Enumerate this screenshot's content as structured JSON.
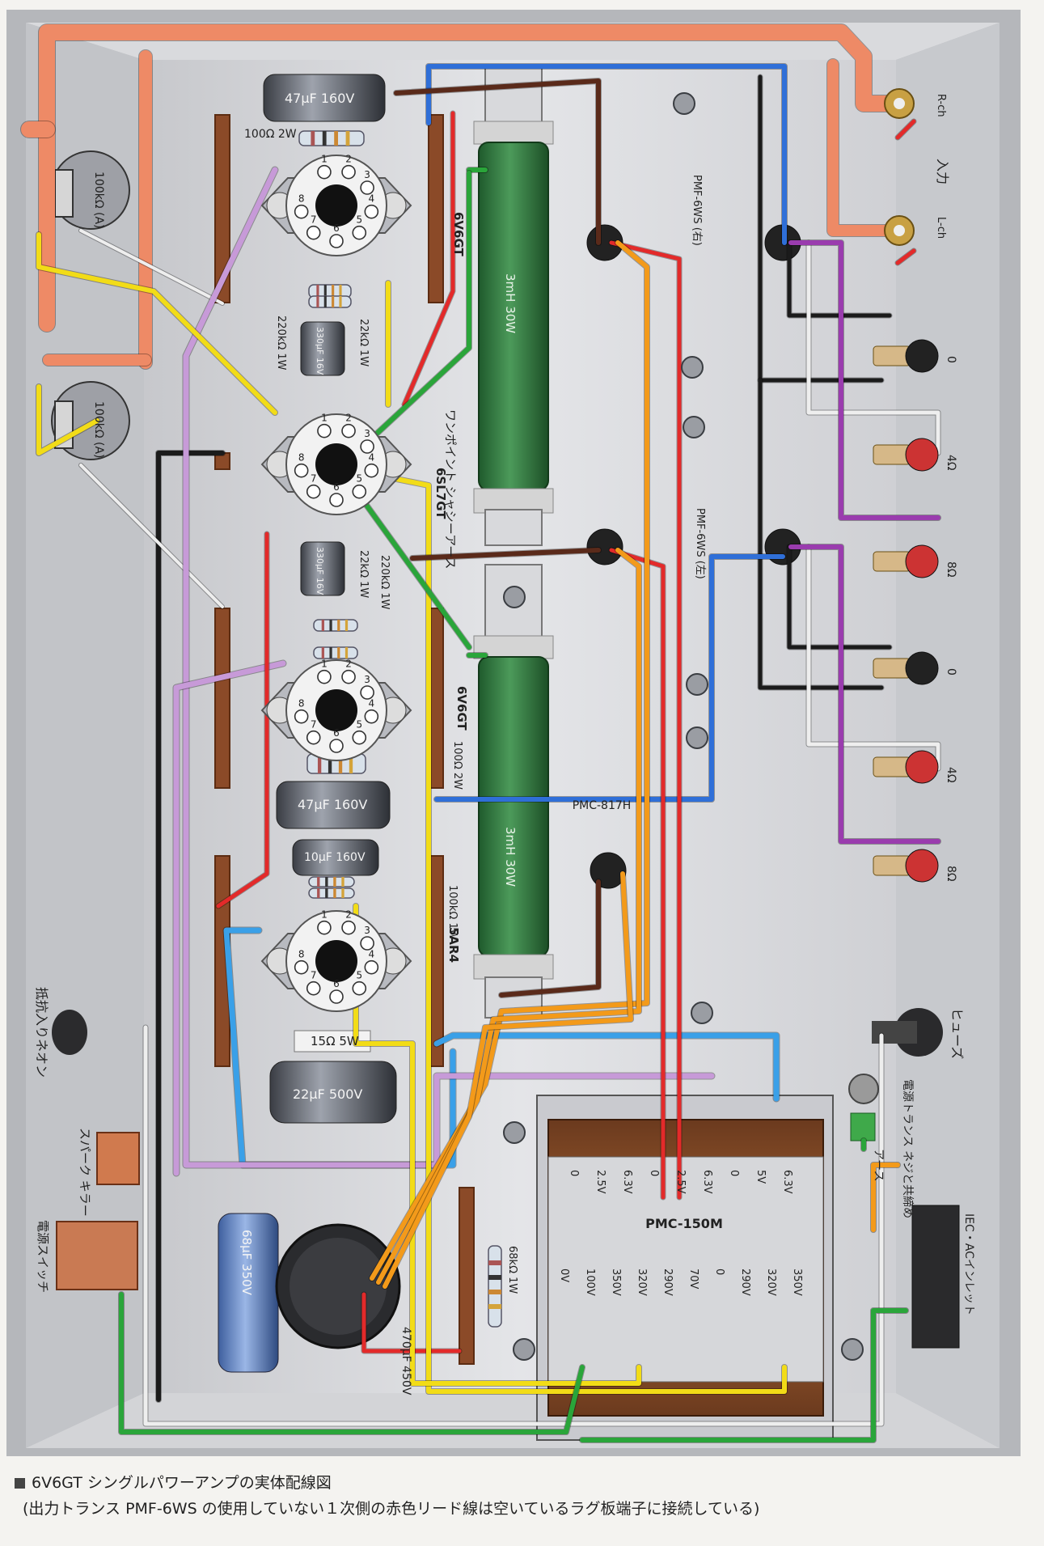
{
  "tubes": {
    "v1": "6V6GT",
    "v2": "6SL7GT",
    "v3": "6V6GT",
    "v4": "5AR4"
  },
  "pins": [
    "1",
    "2",
    "3",
    "4",
    "5",
    "6",
    "7",
    "8"
  ],
  "components": {
    "cap_47uf_top": "47μF 160V",
    "res_100_top": "100Ω 2W",
    "pot_r": "100kΩ (A)",
    "pot_l": "100kΩ (A)",
    "res_220k_top": "220kΩ 1W",
    "res_22k_top": "22kΩ 1W",
    "cap_330uf_top": "330μF 16V",
    "cap_330uf_mid": "330μF 16V",
    "res_22k_mid": "22kΩ 1W",
    "res_220k_mid": "220kΩ 1W",
    "res_100_mid": "100Ω 2W",
    "cap_47uf_mid": "47μF 160V",
    "cap_10uf": "10μF 160V",
    "res_100k": "100kΩ 1W",
    "res_15": "15Ω 5W",
    "cap_22uf": "22μF 500V",
    "cap_68uf": "68μF 350V",
    "cap_470uf": "470μF 450V",
    "res_68k": "68kΩ 1W",
    "choke_top": "3mH 30W",
    "choke_bottom": "3mH 30W",
    "one_point_ground": "ワンポイント シャシーアース"
  },
  "transformers": {
    "out_right": "PMF-6WS (右)",
    "out_left": "PMF-6WS (左)",
    "choke_pmc": "PMC-817H",
    "power": "PMC-150M",
    "power_top_taps": [
      "0",
      "2.5V",
      "6.3V",
      "0",
      "2.5V",
      "6.3V",
      "0",
      "5V",
      "6.3V"
    ],
    "power_bottom_taps": [
      "0V",
      "100V",
      "350V",
      "320V",
      "290V",
      "70V",
      "0",
      "290V",
      "320V",
      "350V"
    ]
  },
  "panel": {
    "input_label": "入力",
    "rch": "R-ch",
    "lch": "L-ch",
    "speaker_terms": [
      "0",
      "4Ω",
      "8Ω",
      "0",
      "4Ω",
      "8Ω"
    ],
    "fuse": "ヒューズ",
    "earth": "アース",
    "earth_note": "電源トランス ネジと共締め",
    "ac_inlet": "IEC・ACインレット",
    "neon": "抵抗入りネオン",
    "spark_killer": "スパーク キラー",
    "power_switch": "電源スイッチ"
  },
  "caption": {
    "title": "6V6GT シングルパワーアンプの実体配線図",
    "note": "(出力トランス PMF-6WS の使用していない１次側の赤色リード線は空いているラグ板端子に接続している)"
  },
  "colors": {
    "orange": "#ee8a66",
    "red": "#e32a2a",
    "yellow": "#f2dc17",
    "green": "#2aa53a",
    "blue": "#2f6fd8",
    "lightblue": "#3aa0e8",
    "purple": "#9a3cae",
    "lilac": "#c79ad8",
    "brown": "#5a2a1a",
    "amber": "#f39a1a",
    "black": "#1b1b1b",
    "gray": "#eeeeee"
  },
  "icons": {
    "tube_socket": "tube-socket-icon",
    "pot": "potentiometer-icon",
    "rca": "rca-jack-icon",
    "binding_post": "binding-post-icon",
    "screw": "screw-icon"
  }
}
